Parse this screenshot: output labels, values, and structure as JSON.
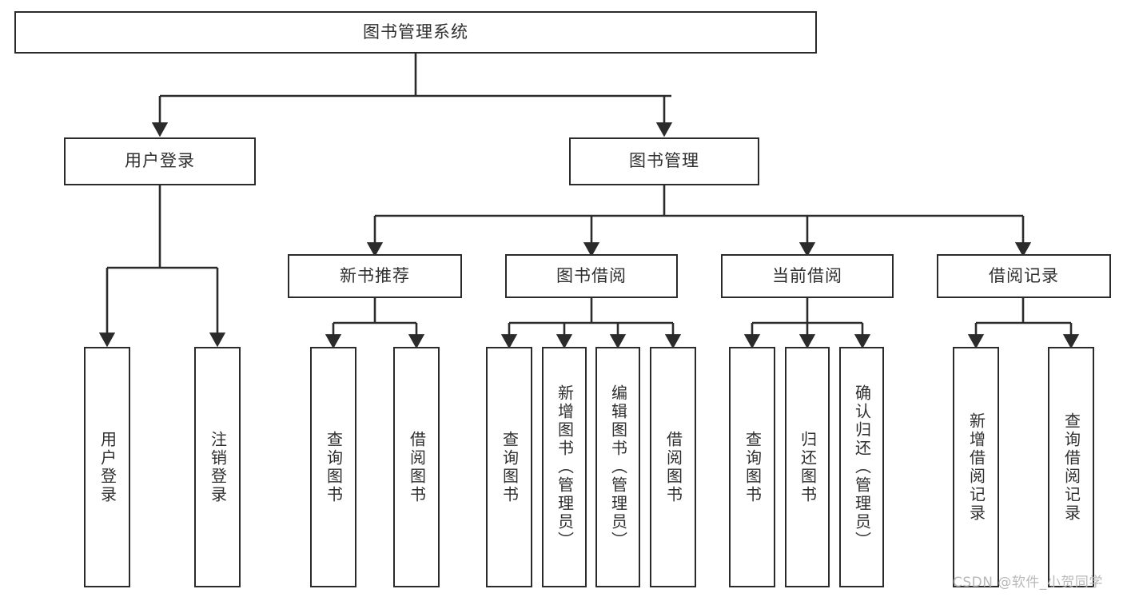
{
  "diagram": {
    "title": "图书管理系统",
    "type": "tree-hierarchy",
    "watermark": "CSDN @软件_小贺同学",
    "colors": {
      "stroke": "#2b2b2b",
      "text": "#2f2f2f",
      "background": "#ffffff",
      "watermark": "#b9b9b9"
    },
    "nodes": {
      "root": {
        "label": "图书管理系统",
        "orientation": "horizontal"
      },
      "level2": [
        {
          "id": "user-login",
          "label": "用户登录",
          "orientation": "horizontal"
        },
        {
          "id": "book-manage",
          "label": "图书管理",
          "orientation": "horizontal"
        }
      ],
      "level3": [
        {
          "id": "new-book-recommend",
          "label": "新书推荐",
          "orientation": "horizontal"
        },
        {
          "id": "book-borrow",
          "label": "图书借阅",
          "orientation": "horizontal"
        },
        {
          "id": "current-borrow",
          "label": "当前借阅",
          "orientation": "horizontal"
        },
        {
          "id": "borrow-record",
          "label": "借阅记录",
          "orientation": "horizontal"
        }
      ],
      "leaves": [
        {
          "id": "leaf-user-login",
          "label": "用户登录",
          "parent": "user-login",
          "orientation": "vertical"
        },
        {
          "id": "leaf-logout-login",
          "label": "注销登录",
          "parent": "user-login",
          "orientation": "vertical"
        },
        {
          "id": "leaf-query-book-1",
          "label": "查询图书",
          "parent": "new-book-recommend",
          "orientation": "vertical"
        },
        {
          "id": "leaf-borrow-book-1",
          "label": "借阅图书",
          "parent": "new-book-recommend",
          "orientation": "vertical"
        },
        {
          "id": "leaf-query-book-2",
          "label": "查询图书",
          "parent": "book-borrow",
          "orientation": "vertical"
        },
        {
          "id": "leaf-add-book",
          "label": "新增图书（管理员）",
          "parent": "book-borrow",
          "orientation": "vertical"
        },
        {
          "id": "leaf-edit-book",
          "label": "编辑图书（管理员）",
          "parent": "book-borrow",
          "orientation": "vertical"
        },
        {
          "id": "leaf-borrow-book-2",
          "label": "借阅图书",
          "parent": "book-borrow",
          "orientation": "vertical"
        },
        {
          "id": "leaf-query-book-3",
          "label": "查询图书",
          "parent": "current-borrow",
          "orientation": "vertical"
        },
        {
          "id": "leaf-return-book",
          "label": "归还图书",
          "parent": "current-borrow",
          "orientation": "vertical"
        },
        {
          "id": "leaf-confirm-return",
          "label": "确认归还（管理员）",
          "parent": "current-borrow",
          "orientation": "vertical"
        },
        {
          "id": "leaf-add-record",
          "label": "新增借阅记录",
          "parent": "borrow-record",
          "orientation": "vertical"
        },
        {
          "id": "leaf-query-record",
          "label": "查询借阅记录",
          "parent": "borrow-record",
          "orientation": "vertical"
        }
      ]
    }
  }
}
